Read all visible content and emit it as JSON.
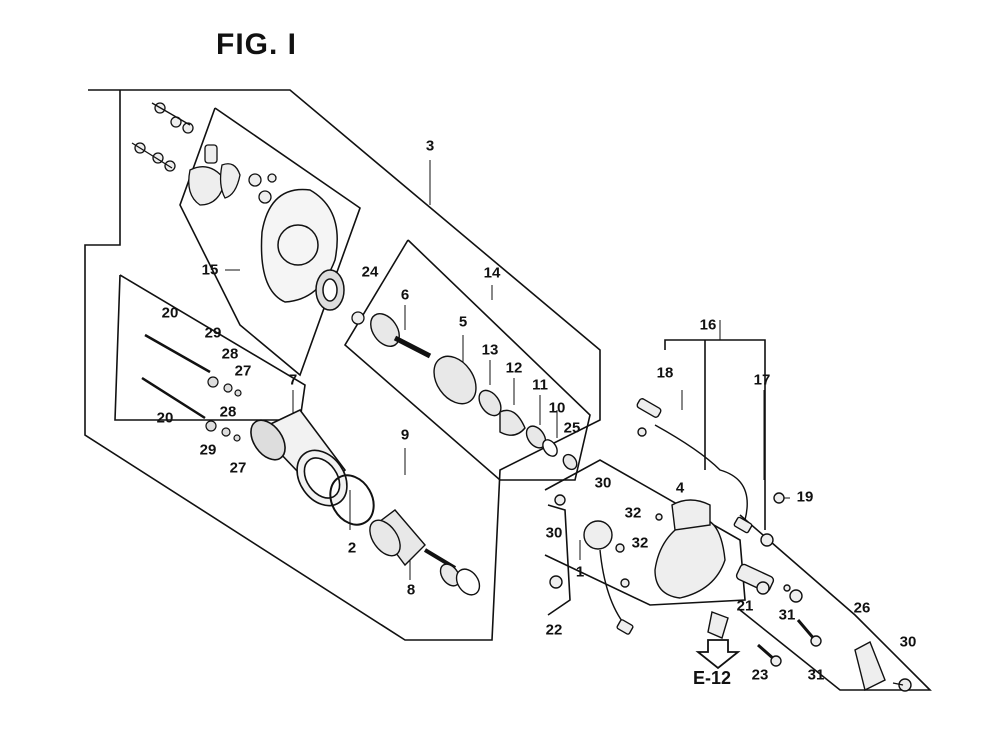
{
  "figure": {
    "title": "FIG. I",
    "reference_label": "E-12"
  },
  "callouts": [
    {
      "id": "c3",
      "text": "3"
    },
    {
      "id": "c14",
      "text": "14"
    },
    {
      "id": "c15",
      "text": "15"
    },
    {
      "id": "c24",
      "text": "24"
    },
    {
      "id": "c6",
      "text": "6"
    },
    {
      "id": "c5",
      "text": "5"
    },
    {
      "id": "c13",
      "text": "13"
    },
    {
      "id": "c12",
      "text": "12"
    },
    {
      "id": "c11",
      "text": "11"
    },
    {
      "id": "c10",
      "text": "10"
    },
    {
      "id": "c25",
      "text": "25"
    },
    {
      "id": "c20a",
      "text": "20"
    },
    {
      "id": "c29a",
      "text": "29"
    },
    {
      "id": "c28a",
      "text": "28"
    },
    {
      "id": "c27a",
      "text": "27"
    },
    {
      "id": "c20b",
      "text": "20"
    },
    {
      "id": "c28b",
      "text": "28"
    },
    {
      "id": "c29b",
      "text": "29"
    },
    {
      "id": "c27b",
      "text": "27"
    },
    {
      "id": "c7",
      "text": "7"
    },
    {
      "id": "c9",
      "text": "9"
    },
    {
      "id": "c2",
      "text": "2"
    },
    {
      "id": "c8",
      "text": "8"
    },
    {
      "id": "c16",
      "text": "16"
    },
    {
      "id": "c18",
      "text": "18"
    },
    {
      "id": "c17",
      "text": "17"
    },
    {
      "id": "c19",
      "text": "19"
    },
    {
      "id": "c4",
      "text": "4"
    },
    {
      "id": "c30a",
      "text": "30"
    },
    {
      "id": "c32a",
      "text": "32"
    },
    {
      "id": "c30b",
      "text": "30"
    },
    {
      "id": "c32b",
      "text": "32"
    },
    {
      "id": "c1",
      "text": "1"
    },
    {
      "id": "c22",
      "text": "22"
    },
    {
      "id": "c21",
      "text": "21"
    },
    {
      "id": "c31a",
      "text": "31"
    },
    {
      "id": "c31b",
      "text": "31"
    },
    {
      "id": "c23",
      "text": "23"
    },
    {
      "id": "c26",
      "text": "26"
    },
    {
      "id": "c30c",
      "text": "30"
    }
  ]
}
